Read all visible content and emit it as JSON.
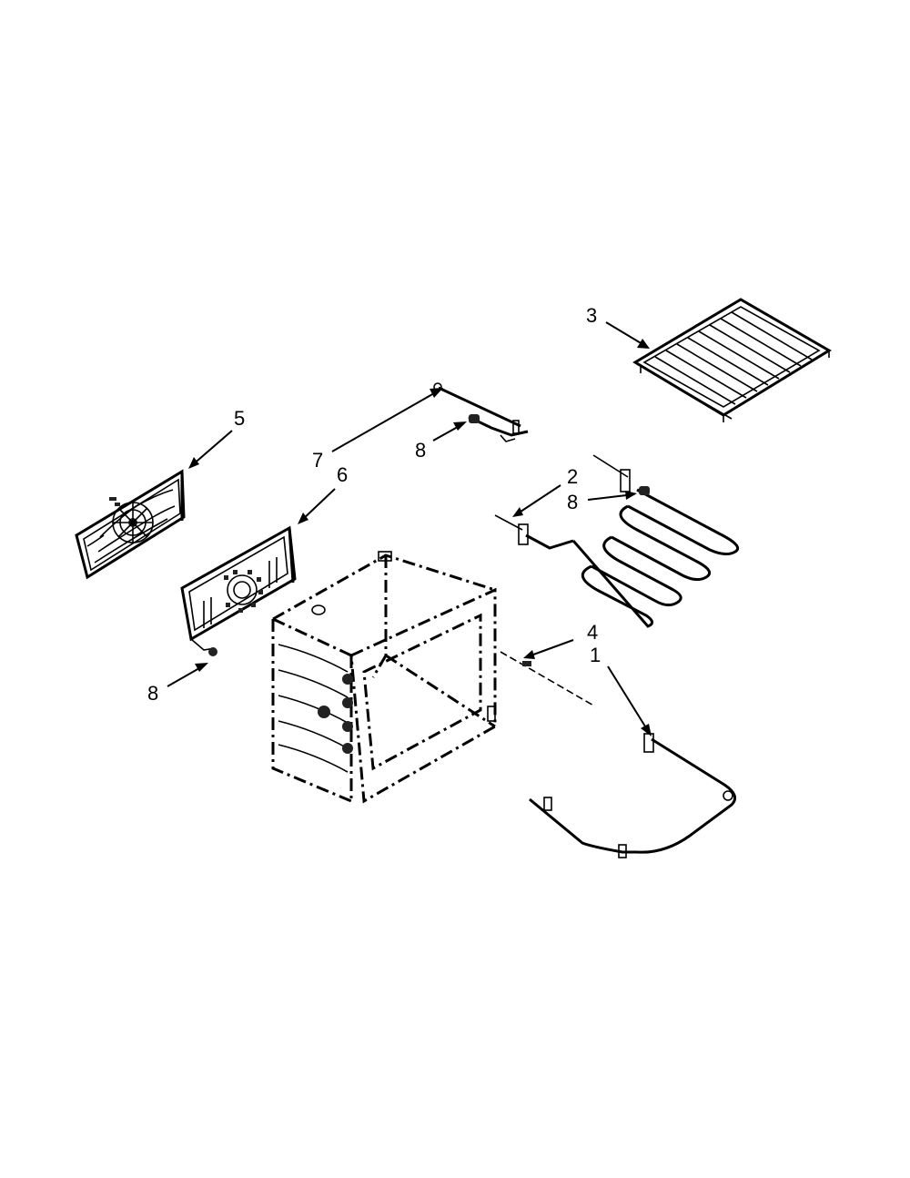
{
  "callouts": [
    {
      "id": "c1",
      "label": "1"
    },
    {
      "id": "c2",
      "label": "2"
    },
    {
      "id": "c3",
      "label": "3"
    },
    {
      "id": "c4",
      "label": "4"
    },
    {
      "id": "c5",
      "label": "5"
    },
    {
      "id": "c6",
      "label": "6"
    },
    {
      "id": "c7",
      "label": "7"
    },
    {
      "id": "c8a",
      "label": "8"
    },
    {
      "id": "c8b",
      "label": "8"
    },
    {
      "id": "c8c",
      "label": "8"
    }
  ]
}
